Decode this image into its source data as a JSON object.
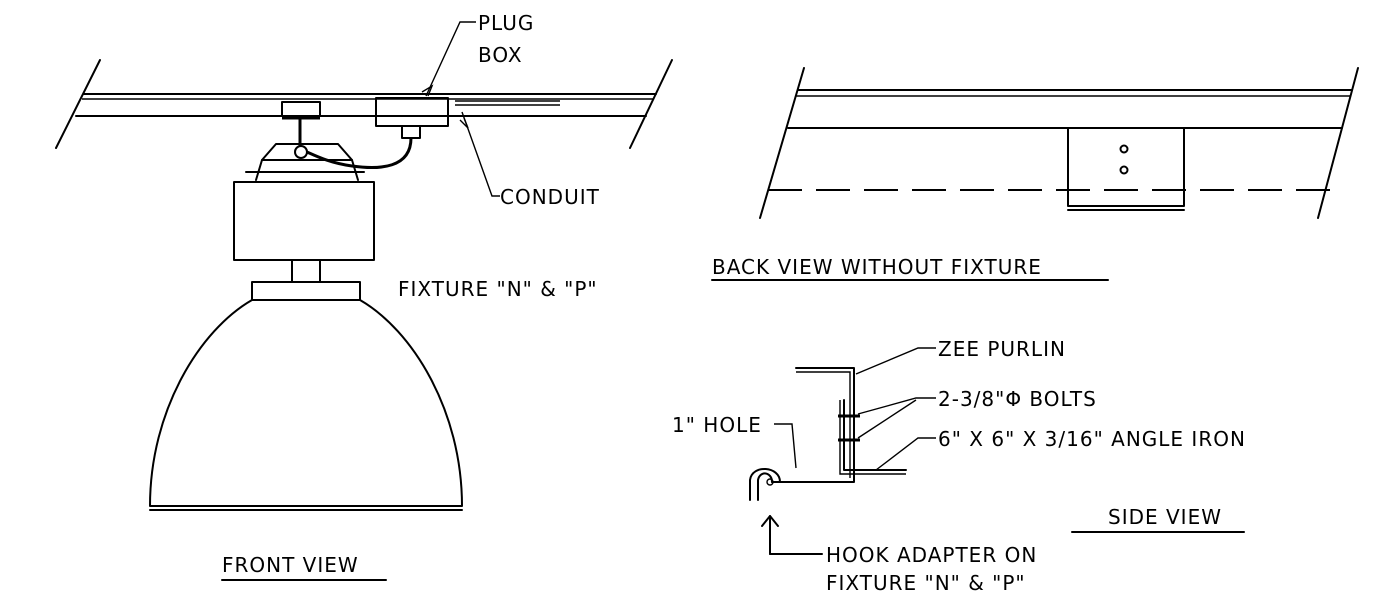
{
  "labels": {
    "plug_box_line1": "PLUG",
    "plug_box_line2": "BOX",
    "conduit": "CONDUIT",
    "fixture": "FIXTURE \"N\" & \"P\"",
    "front_view": "FRONT VIEW",
    "back_view": "BACK VIEW WITHOUT FIXTURE",
    "zee_purlin": "ZEE PURLIN",
    "bolts": "2-3/8\"Φ BOLTS",
    "angle_iron": "6\" X 6\" X 3/16\" ANGLE IRON",
    "hole": "1\" HOLE",
    "side_view": "SIDE VIEW",
    "hook_line1": "HOOK ADAPTER ON",
    "hook_line2": "FIXTURE \"N\" & \"P\""
  },
  "colors": {
    "ink": "#000000",
    "paper": "#ffffff"
  }
}
